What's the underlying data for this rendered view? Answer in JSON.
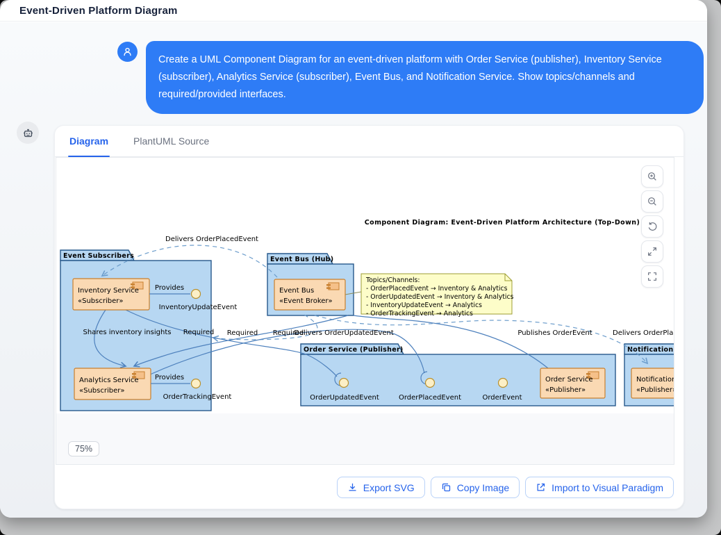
{
  "window": {
    "title": "Event-Driven Platform Diagram"
  },
  "chat": {
    "message": "Create a UML Component Diagram for an event-driven platform with Order Service (publisher), Inventory Service (subscriber), Analytics Service (subscriber), Event Bus, and Notification Service. Show topics/channels and required/provided interfaces.",
    "user_icon": "user-icon",
    "bot_icon": "robot-icon"
  },
  "panel": {
    "tabs": [
      {
        "label": "Diagram",
        "active": true
      },
      {
        "label": "PlantUML Source",
        "active": false
      }
    ],
    "zoom_level": "75%",
    "controls": [
      "zoom-in",
      "zoom-out",
      "reset-view",
      "expand",
      "fullscreen"
    ],
    "actions": [
      {
        "label": "Export SVG",
        "icon": "download-icon"
      },
      {
        "label": "Copy Image",
        "icon": "copy-icon"
      },
      {
        "label": "Import to Visual Paradigm",
        "icon": "external-link-icon"
      }
    ]
  },
  "diagram": {
    "title": "Component Diagram: Event-Driven Platform Architecture (Top-Down)",
    "packages": [
      {
        "name": "Event Subscribers"
      },
      {
        "name": "Event Bus (Hub)"
      },
      {
        "name": "Order Service (Publisher)"
      },
      {
        "name": "Notification Service"
      }
    ],
    "components": [
      {
        "name": "Inventory Service",
        "stereotype": "«Subscriber»"
      },
      {
        "name": "Analytics Service",
        "stereotype": "«Subscriber»"
      },
      {
        "name": "Event Bus",
        "stereotype": "«Event Broker»"
      },
      {
        "name": "Order Service",
        "stereotype": "«Publisher»"
      },
      {
        "name": "Notification Service",
        "stereotype": "«Publisher»"
      }
    ],
    "interfaces": [
      {
        "name": "InventoryUpdateEvent",
        "label": "Provides"
      },
      {
        "name": "OrderTrackingEvent",
        "label": "Provides"
      },
      {
        "name": "OrderUpdatedEvent"
      },
      {
        "name": "OrderPlacedEvent"
      },
      {
        "name": "OrderEvent"
      }
    ],
    "note": {
      "lines": [
        "Topics/Channels:",
        "- OrderPlacedEvent → Inventory & Analytics",
        "- OrderUpdatedEvent → Inventory & Analytics",
        "- InventoryUpdateEvent → Analytics",
        "- OrderTrackingEvent → Analytics"
      ]
    },
    "edge_labels": [
      "Delivers OrderPlacedEvent",
      "Shares inventory insights",
      "Required",
      "Required",
      "Required",
      "Delivers OrderUpdatedEvent",
      "Publishes OrderEvent",
      "Delivers OrderPlacedEvent"
    ]
  },
  "colors": {
    "accent": "#2e7cf6",
    "tab_active": "#2563eb",
    "package_fill": "#b7d7f2",
    "package_stroke": "#27598c",
    "component_fill": "#fad9b3",
    "component_stroke": "#c8802f",
    "interface_fill": "#fcefc6",
    "interface_stroke": "#b8902e",
    "note_fill": "#fdfdc9",
    "note_stroke": "#9d9d33",
    "edge": "#4e81bd"
  }
}
